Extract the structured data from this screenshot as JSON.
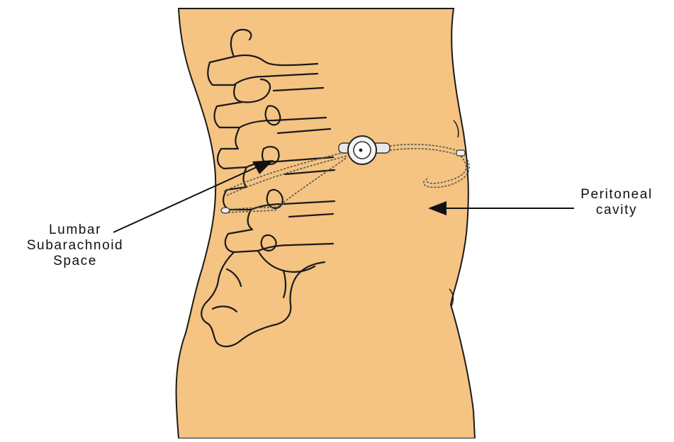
{
  "labels": {
    "lumbar_subarachnoid_space": [
      "Lumbar",
      "Subarachnoid",
      "Space"
    ],
    "peritoneal_cavity": [
      "Peritoneal",
      "cavity"
    ]
  },
  "colors": {
    "skin": "#f5c382",
    "outline": "#1a1a1a",
    "background": "#ffffff",
    "catheter": "#555555",
    "valve": "#e9e9e9"
  }
}
